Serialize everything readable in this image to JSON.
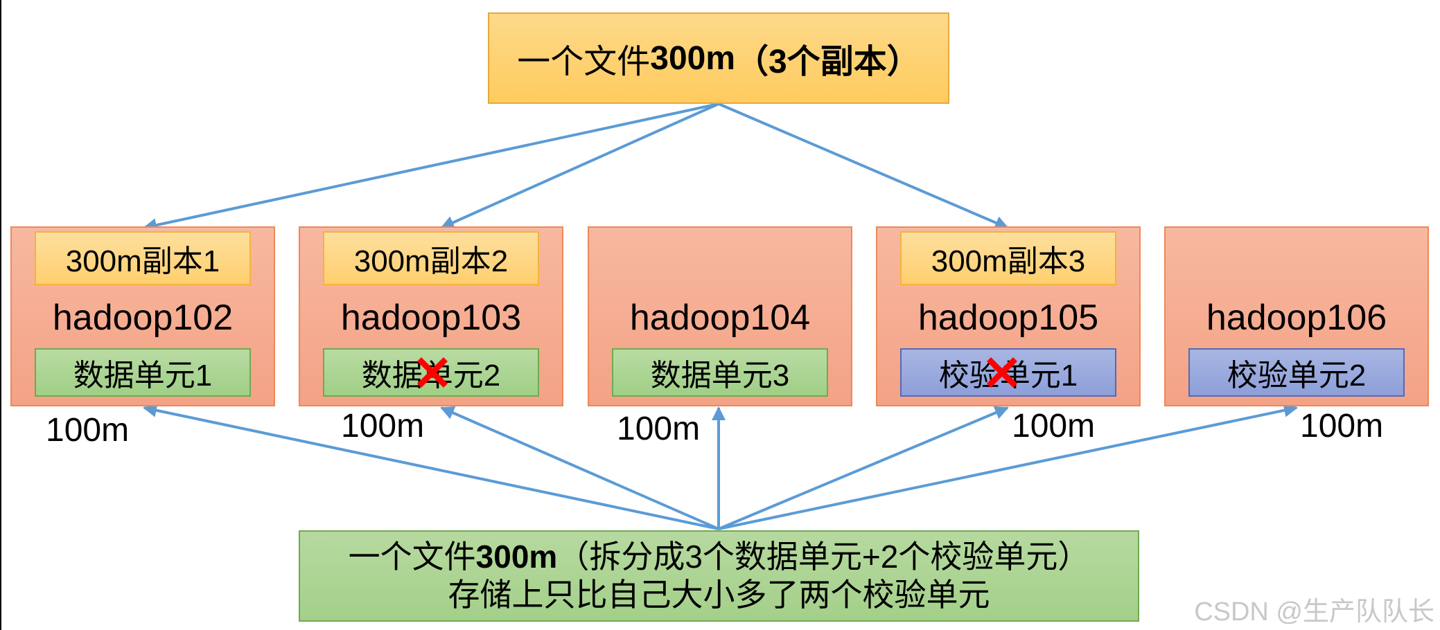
{
  "title": {
    "prefix": "一个文件",
    "size": "300m",
    "suffix": "（3个副本）"
  },
  "nodes": [
    {
      "name": "hadoop102",
      "replica": "300m副本1",
      "unit": "数据单元1",
      "unit_type": "data",
      "size": "100m"
    },
    {
      "name": "hadoop103",
      "replica": "300m副本2",
      "unit": "数据单元2",
      "unit_type": "data",
      "size": "100m"
    },
    {
      "name": "hadoop104",
      "replica": "",
      "unit": "数据单元3",
      "unit_type": "data",
      "size": "100m"
    },
    {
      "name": "hadoop105",
      "replica": "300m副本3",
      "unit": "校验单元1",
      "unit_type": "parity",
      "size": "100m"
    },
    {
      "name": "hadoop106",
      "replica": "",
      "unit": "校验单元2",
      "unit_type": "parity",
      "size": "100m"
    }
  ],
  "bottom": {
    "line1_prefix": "一个文件",
    "line1_size": "300m",
    "line1_suffix": "（拆分成3个数据单元+2个校验单元）",
    "line2": "存储上只比自己大小多了两个校验单元"
  },
  "watermark": "CSDN @生产队队长",
  "colors": {
    "arrow": "#5b9bd5",
    "failure_mark": "#ff0000",
    "node_fill": "#f4a285",
    "replica_fill": "#fecf6e",
    "data_unit_fill": "#a4d08a",
    "parity_unit_fill": "#8d9fd9"
  },
  "failures": [
    "hadoop103",
    "hadoop105"
  ]
}
